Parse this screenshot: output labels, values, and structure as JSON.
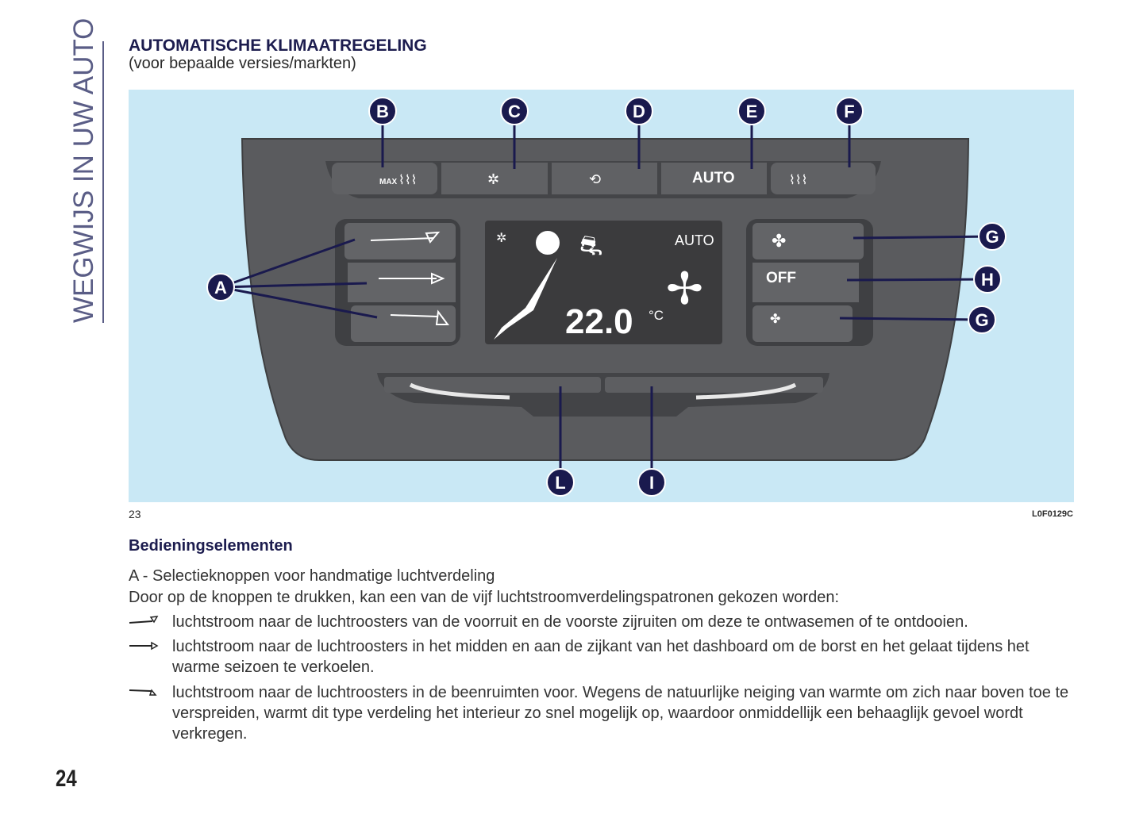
{
  "side_tab": "WEGWIJS IN UW AUTO",
  "title": "AUTOMATISCHE KLIMAATREGELING",
  "subtitle": "(voor bepaalde versies/markten)",
  "figure": {
    "number": "23",
    "code": "L0F0129C",
    "callouts": {
      "A": "A",
      "B": "B",
      "C": "C",
      "D": "D",
      "E": "E",
      "F": "F",
      "G": "G",
      "H": "H",
      "I": "I",
      "L": "L"
    },
    "buttons": {
      "max_label": "MAX",
      "auto_label": "AUTO",
      "off_label": "OFF"
    },
    "display": {
      "mode": "AUTO",
      "temperature": "22.0",
      "unit": "°C"
    },
    "colors": {
      "background": "#c9e8f5",
      "panel": "#5a5b5e",
      "callout": "#1a1a4e"
    }
  },
  "section_heading": "Bedieningselementen",
  "intro_line1": "A - Selectieknoppen voor handmatige luchtverdeling",
  "intro_line2": "Door op de knoppen te drukken, kan een van de vijf luchtstroomverdelingspatronen gekozen worden:",
  "items": [
    {
      "icon": "windscreen-airflow-icon",
      "text": "luchtstroom naar de luchtroosters van de voorruit en de voorste zijruiten om deze te ontwasemen of te ontdooien."
    },
    {
      "icon": "dashboard-airflow-icon",
      "text": "luchtstroom naar de luchtroosters in het midden en aan de zijkant van het dashboard om de borst en het gelaat tijdens het warme seizoen te verkoelen."
    },
    {
      "icon": "footwell-airflow-icon",
      "text": "luchtstroom naar de luchtroosters in de beenruimten voor. Wegens de natuurlijke neiging van warmte om zich naar boven toe te verspreiden, warmt dit type verdeling het interieur zo snel mogelijk op, waardoor onmiddellijk een behaaglijk gevoel wordt verkregen."
    }
  ],
  "page_number": "24"
}
